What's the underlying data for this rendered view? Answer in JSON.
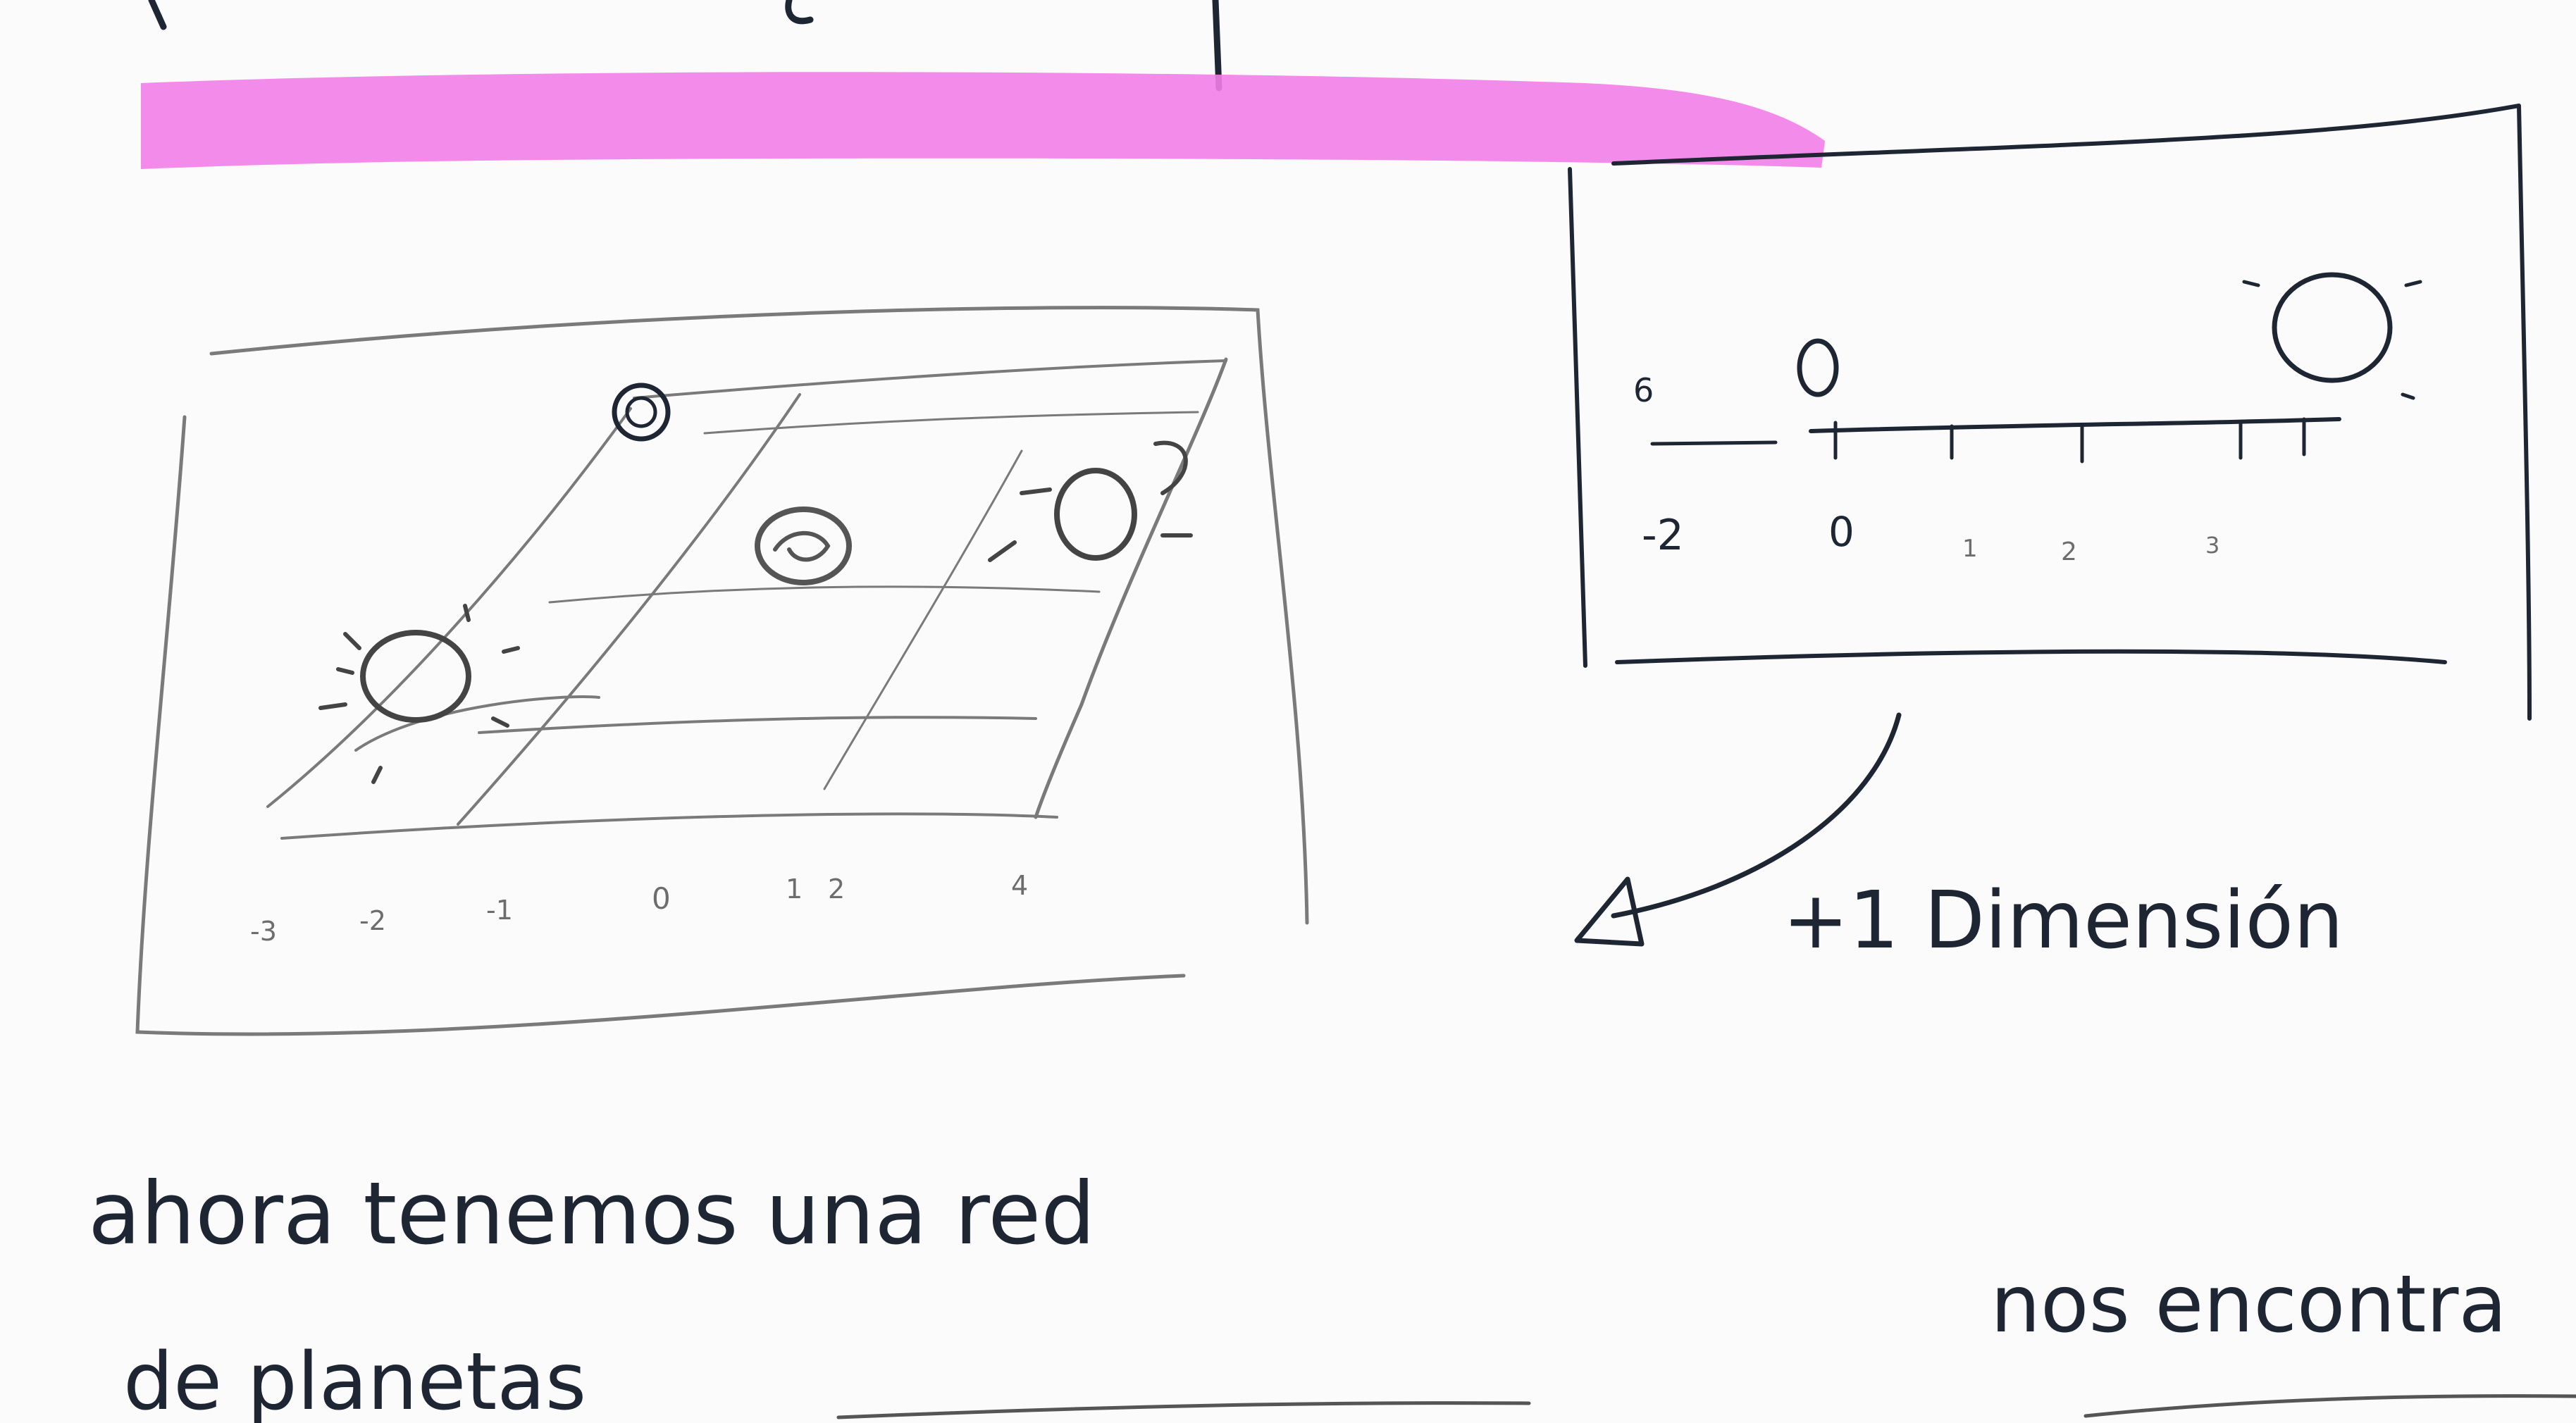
{
  "colors": {
    "paper": "#fbfbfb",
    "ink": "#1f2633",
    "pencil": "#7a7a7a",
    "highlighter": "#f27ee8"
  },
  "left_sketch": {
    "axis_ticks": [
      "-3",
      "-2",
      "-1",
      "0",
      "1",
      "2",
      "4"
    ]
  },
  "right_sketch": {
    "top_tick": "6",
    "axis_ticks": [
      "-2",
      "0",
      "1",
      "2",
      "3"
    ]
  },
  "notes": {
    "dimension_note": "+1 Dimensión",
    "line1": "ahora tenemos una red",
    "line2": "de planetas",
    "right_fragment": "nos encontra"
  }
}
